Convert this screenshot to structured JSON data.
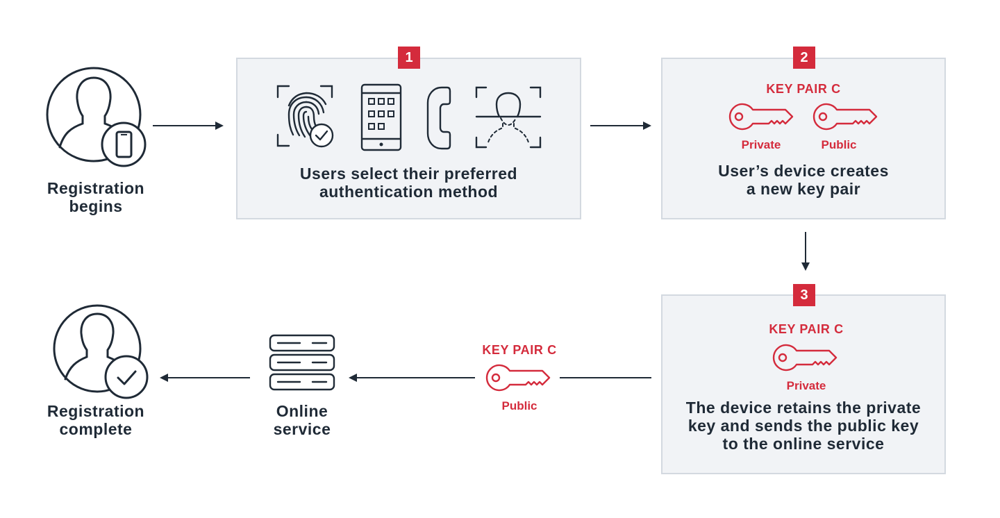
{
  "start": {
    "label_line1": "Registration",
    "label_line2": "begins",
    "user_icon": "user-icon",
    "device_icon": "smartphone-icon"
  },
  "step1": {
    "number": "1",
    "caption_line1": "Users select their preferred",
    "caption_line2": "authentication method",
    "icons": [
      "fingerprint-icon",
      "phone-keypad-icon",
      "telephone-icon",
      "face-scan-icon"
    ]
  },
  "step2": {
    "number": "2",
    "key_pair_title": "KEY PAIR C",
    "private_label": "Private",
    "public_label": "Public",
    "caption_line1": "User’s device creates",
    "caption_line2": "a new key pair"
  },
  "step3": {
    "number": "3",
    "key_pair_title": "KEY PAIR C",
    "private_label": "Private",
    "caption_line1": "The device retains the private",
    "caption_line2": "key and sends the public key",
    "caption_line3": "to the online service"
  },
  "transfer": {
    "key_pair_title": "KEY PAIR C",
    "public_label": "Public"
  },
  "service": {
    "label_line1": "Online",
    "label_line2": "service",
    "icon": "server-icon"
  },
  "end": {
    "label_line1": "Registration",
    "label_line2": "complete",
    "user_icon": "user-icon",
    "check_icon": "checkmark-icon"
  },
  "colors": {
    "accent_red": "#d42b3c",
    "ink": "#1f2a36",
    "box_fill": "#f1f3f6",
    "box_border": "#d3d9e0"
  }
}
